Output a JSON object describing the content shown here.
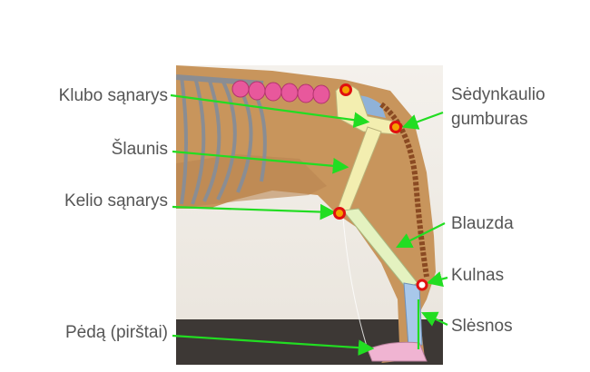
{
  "labels": {
    "hip_joint": "Klubo sąnarys",
    "thigh": "Šlaunis",
    "knee_joint": "Kelio sąnarys",
    "foot": "Pėdą (pirštai)",
    "ischial_tuberosity_1": "Sėdynkaulio",
    "ischial_tuberosity_2": "gumburas",
    "shin": "Blauzda",
    "heel": "Kulnas",
    "tarsus": "Slėsnos"
  },
  "colors": {
    "arrow": "#22dd22",
    "marker": "#e01010",
    "marker_fill": "#f5a000",
    "bone": "#f3eeb0",
    "spine": "#e8589c",
    "text": "#555555"
  }
}
